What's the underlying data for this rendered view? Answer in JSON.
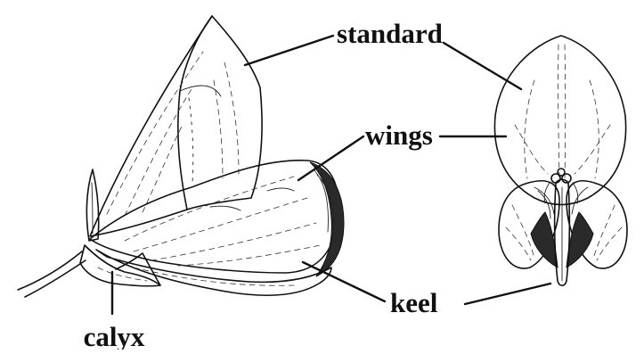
{
  "labels": {
    "standard": "standard",
    "wings": "wings",
    "keel": "keel",
    "calyx": "calyx"
  },
  "colors": {
    "ink": "#111111",
    "background": "#ffffff"
  }
}
